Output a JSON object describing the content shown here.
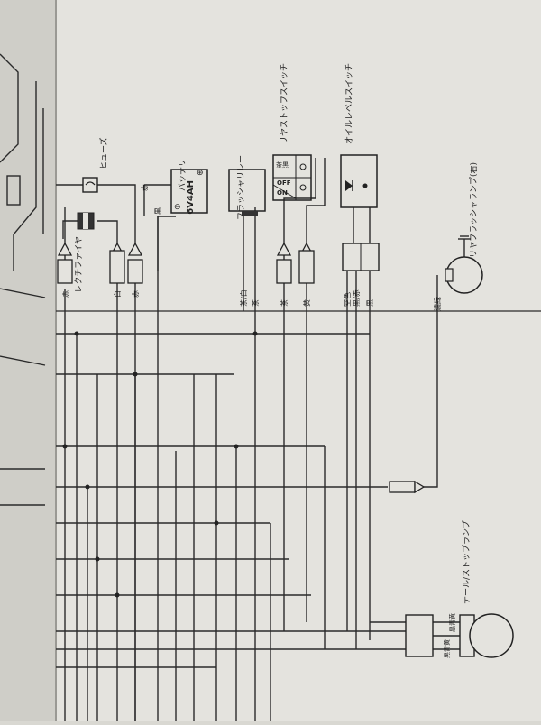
{
  "labels": {
    "fuse": "ヒューズ",
    "battery": "バッテリ",
    "battery_spec": "6V4AH",
    "battery_plus": "⊕",
    "battery_minus": "⊖",
    "flasher_relay": "フラッシャリレー",
    "rear_stop_switch": "リヤストップスイッチ",
    "oil_level_switch": "オイルレベルスイッチ",
    "rectifier": "レクチファイヤ",
    "rear_flasher_lamp": "リヤフラッシャランプ(右)",
    "tail_stop_lamp": "テール/ストップランプ",
    "switch_off": "OFF",
    "switch_on": "ON",
    "switch_header": "茶黒",
    "wire_red_1": "赤",
    "wire_white": "白",
    "wire_red_2": "赤",
    "wire_black": "黒",
    "wire_brown_white": "茶/白",
    "wire_brown_1": "茶",
    "wire_brown_2": "茶",
    "wire_yellow": "黄",
    "wire_sky": "空色",
    "wire_black_red": "黒/赤",
    "wire_black_2": "黒",
    "wire_dark_green": "濃緑",
    "tail_wires_left": "黒青黄",
    "tail_wires_right": "黒青黄"
  }
}
